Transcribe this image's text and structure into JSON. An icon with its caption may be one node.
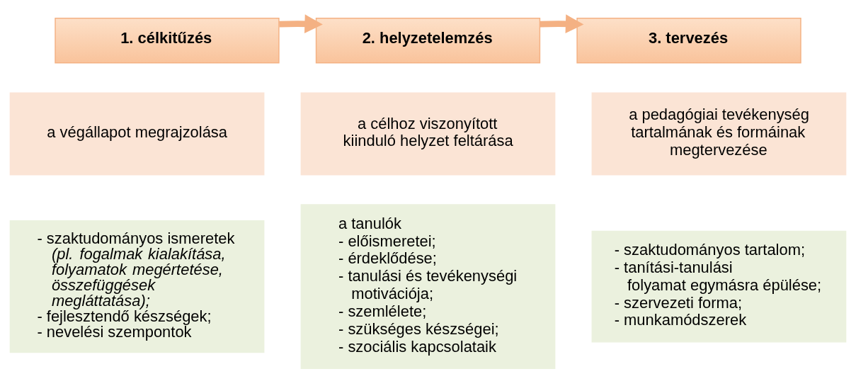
{
  "diagram": {
    "nodes": [
      {
        "text": [
          "1. célkitűzés"
        ]
      },
      {
        "text": [
          "2. helyzetelemzés"
        ]
      },
      {
        "text": [
          "3. tervezés"
        ]
      },
      {
        "text": [
          "a végállapot megrajzolása"
        ]
      },
      {
        "text": [
          "a célhoz viszonyított kiinduló helyzet feltárása"
        ]
      },
      {
        "text": [
          "a pedagógiai tevékenység tartalmának és formáinak megtervezése"
        ]
      },
      {
        "text": [
          "- szaktudományos ismeretek *(pl. fogalmak kialakítása, folyamatok megértetése, összefüggések megláttatása);*",
          "- fejlesztendő készségek;",
          "- nevelési szempontok"
        ]
      },
      {
        "text": [
          "a tanulók",
          "- előismeretei;",
          "- érdeklődése;",
          "- tanulási és tevékenységi motivációja;",
          "- szemlélete;",
          "- szükséges készségei;",
          "- szociális kapcsolataik"
        ]
      },
      {
        "text": [
          "- szaktudományos tartalom;",
          "- tanítási-tanulási folyamat egymásra épülése;",
          "- szervezeti forma;",
          "- munkamódszerek"
        ]
      }
    ],
    "edges": [
      {
        "from": 0,
        "to": 1,
        "arrow": "to"
      },
      {
        "from": 1,
        "to": 2,
        "arrow": "to"
      }
    ]
  }
}
